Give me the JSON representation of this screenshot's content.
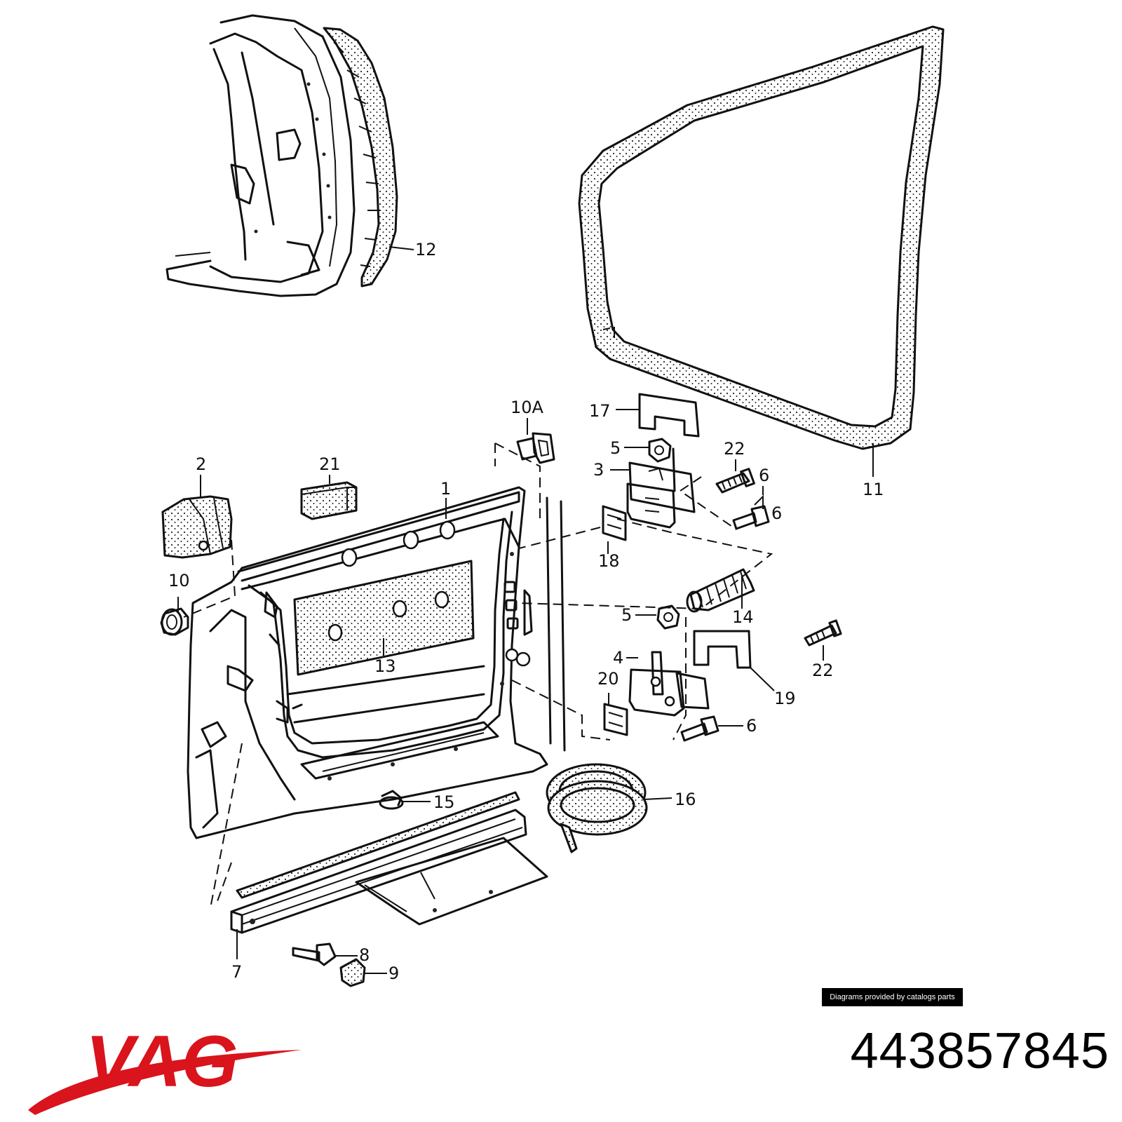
{
  "callouts": [
    {
      "id": "c12",
      "label": "12"
    },
    {
      "id": "c11",
      "label": "11"
    },
    {
      "id": "c10A",
      "label": "10A"
    },
    {
      "id": "c17",
      "label": "17"
    },
    {
      "id": "c5a",
      "label": "5"
    },
    {
      "id": "c3",
      "label": "3"
    },
    {
      "id": "c22a",
      "label": "22"
    },
    {
      "id": "c6a",
      "label": "6"
    },
    {
      "id": "c6b",
      "label": "6"
    },
    {
      "id": "c2",
      "label": "2"
    },
    {
      "id": "c21",
      "label": "21"
    },
    {
      "id": "c1",
      "label": "1"
    },
    {
      "id": "c18",
      "label": "18"
    },
    {
      "id": "c10",
      "label": "10"
    },
    {
      "id": "c14",
      "label": "14"
    },
    {
      "id": "c5b",
      "label": "5"
    },
    {
      "id": "c13",
      "label": "13"
    },
    {
      "id": "c4",
      "label": "4"
    },
    {
      "id": "c22b",
      "label": "22"
    },
    {
      "id": "c20",
      "label": "20"
    },
    {
      "id": "c19",
      "label": "19"
    },
    {
      "id": "c6c",
      "label": "6"
    },
    {
      "id": "c15",
      "label": "15"
    },
    {
      "id": "c16",
      "label": "16"
    },
    {
      "id": "c8",
      "label": "8"
    },
    {
      "id": "c7",
      "label": "7"
    },
    {
      "id": "c9",
      "label": "9"
    }
  ],
  "credit_text": "Diagrams provided by catalogs parts",
  "part_number": "443857845",
  "brand": {
    "name": "VAG",
    "color": "#d9141c"
  }
}
